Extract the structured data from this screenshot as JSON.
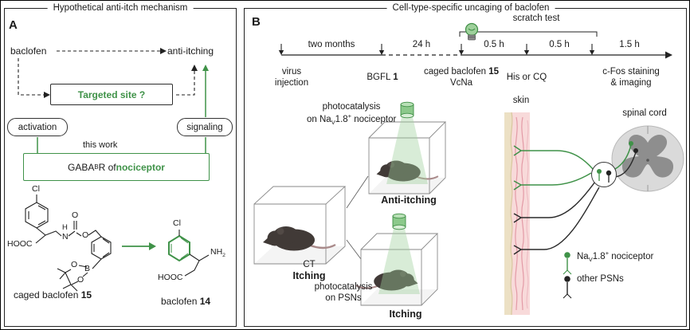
{
  "colors": {
    "accent_green": "#3f9248",
    "light_cone_green": "#9ed09b",
    "skin_pink": "#f8dada",
    "skin_beige": "#ece0c4",
    "cord_gray_light": "#dadada",
    "cord_gray_dark": "#8e8e8e",
    "mouse_dark": "#413a37"
  },
  "panel_a": {
    "label": "A",
    "title": "Hypothetical anti-itch mechanism",
    "baclofen": "baclofen",
    "anti_itching": "anti-itching",
    "targeted_site": "Targeted site ?",
    "activation": "activation",
    "signaling": "signaling",
    "this_work": "this work",
    "gaba": {
      "base": "GABA",
      "sub": "B",
      "suffix": "R of ",
      "highlight": "nociceptor"
    },
    "chem_left": {
      "cl": "Cl",
      "hooc": "HOOC",
      "h": "H",
      "n": "N",
      "o_carbonyl": "O",
      "o_ester": "O",
      "b": "B",
      "o1": "O",
      "o2": "O",
      "caption": "caged baclofen ",
      "caption_num": "15"
    },
    "chem_right": {
      "cl": "Cl",
      "nh": "NH",
      "nh_sub": "2",
      "hooc": "HOOC",
      "caption": "baclofen ",
      "caption_num": "14"
    }
  },
  "panel_b": {
    "label": "B",
    "title": "Cell-type-specific uncaging of baclofen",
    "timeline": {
      "scratch_test": "scratch test",
      "intervals": [
        "two months",
        "24 h",
        "0.5 h",
        "0.5 h",
        "1.5 h"
      ],
      "virus_line1": "virus",
      "virus_line2": "injection",
      "bgfl": "BGFL ",
      "bgfl_num": "1",
      "caged": "caged baclofen ",
      "caged_num": "15",
      "vcna": "VcNa",
      "his_cq": "His or CQ",
      "cfos_line1": "c-Fos staining",
      "cfos_line2": "& imaging"
    },
    "nav18": {
      "pre_on": "on Na",
      "pre": "Na",
      "sub": "V",
      "num": "1.8",
      "sup": "+",
      "rest": " nociceptor"
    },
    "experiment": {
      "photo_top": "photocatalysis",
      "photo_bottom": "photocatalysis",
      "on_psns": "on PSNs",
      "anti_itching": "Anti-itching",
      "ct": "CT",
      "itching_left": "Itching",
      "itching_bottom": "Itching"
    },
    "anatomy": {
      "skin": "skin",
      "spinal_cord": "spinal cord"
    },
    "legend": {
      "other_psns": "other PSNs"
    }
  }
}
